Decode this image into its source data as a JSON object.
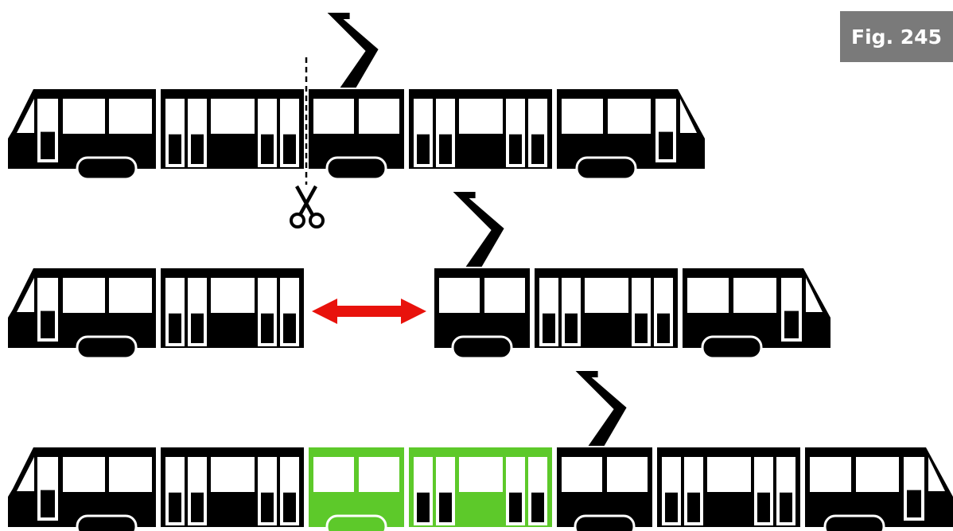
{
  "figure_label": "Fig. 245",
  "colors": {
    "tram": "#000000",
    "window": "#ffffff",
    "inserted_module": "#5dc92a",
    "arrow": "#e8120c",
    "cut_line": "#000000",
    "badge": "#7a7a7a"
  },
  "icons": {
    "cut": "scissors-icon",
    "separation": "double-headed-arrow-icon",
    "current_collector": "pantograph-icon"
  },
  "rows": [
    {
      "name": "original-tram",
      "modules": [
        "cab",
        "door",
        "middle",
        "door",
        "cab-right"
      ],
      "pantograph_on_module": 2,
      "cut_after_module": 1
    },
    {
      "name": "tram-split-in-two",
      "modules": [
        "cab",
        "door",
        "middle",
        "door",
        "cab-right"
      ],
      "pantograph_on_module": 2,
      "separated_after_module": 1
    },
    {
      "name": "extended-tram",
      "modules": [
        "cab",
        "door",
        "middle",
        "door",
        "middle",
        "door",
        "cab-right"
      ],
      "pantograph_on_module": 4,
      "inserted_modules": [
        2,
        3
      ]
    }
  ]
}
